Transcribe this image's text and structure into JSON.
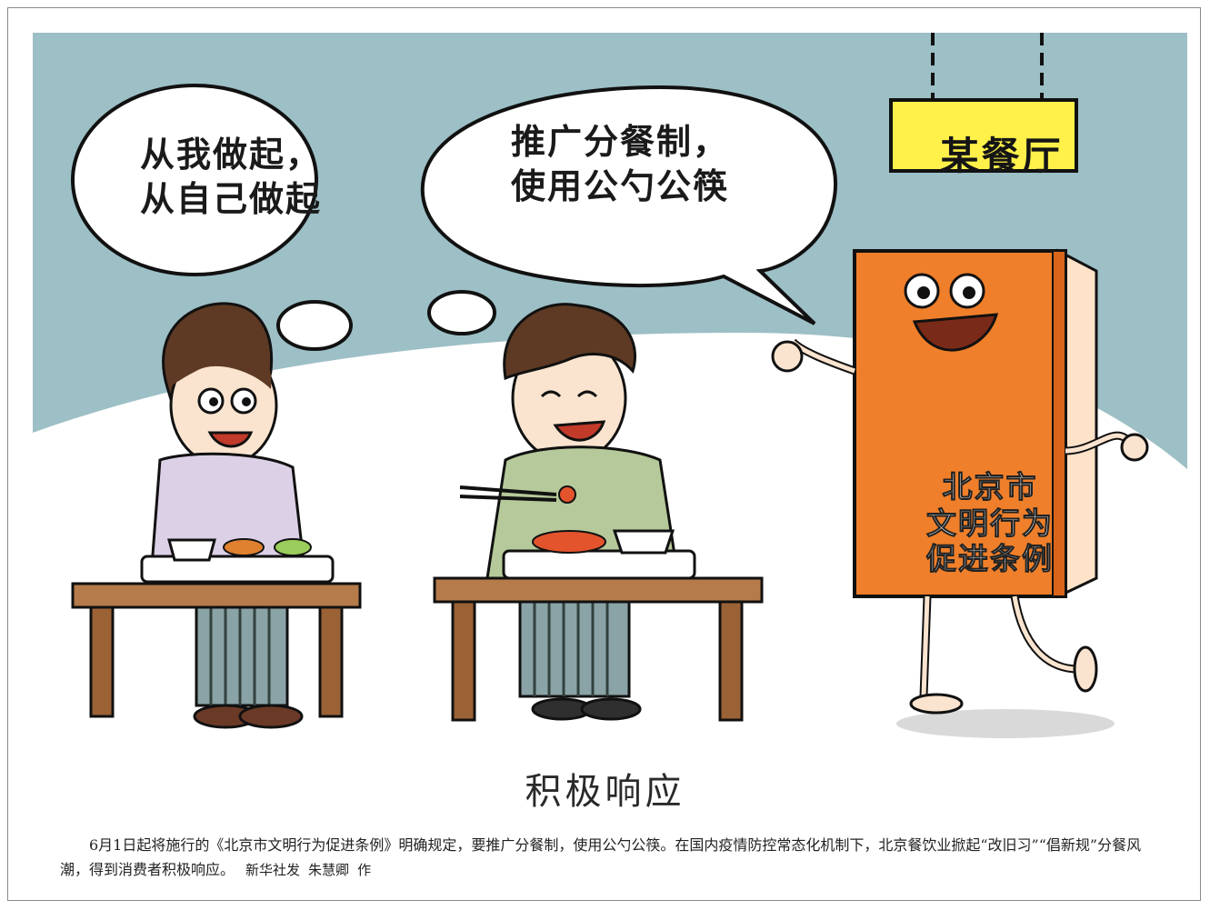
{
  "speech": {
    "left_line1": "从我做起，",
    "left_line2": "从自己做起",
    "right_line1": "推广分餐制，",
    "right_line2": "使用公勺公筷"
  },
  "sign": "某餐厅",
  "book": {
    "line1": "北京市",
    "line2": "文明行为",
    "line3": "促进条例"
  },
  "caption": {
    "title": "积极响应",
    "body": "6月1日起将施行的《北京市文明行为促进条例》明确规定，要推广分餐制，使用公勺公筷。在国内疫情防控常态化机制下，北京餐饮业掀起“改旧习”“倡新规”分餐风潮，得到消费者积极响应。",
    "credit": "新华社发 朱慧卿 作"
  },
  "colors": {
    "sky": "#9dbfc6",
    "book_orange": "#ef7f2a",
    "sign_yellow": "#fff14a",
    "woman_top": "#dcd0e6",
    "man_top": "#b6c99a",
    "table_wood": "#b57b4a"
  }
}
